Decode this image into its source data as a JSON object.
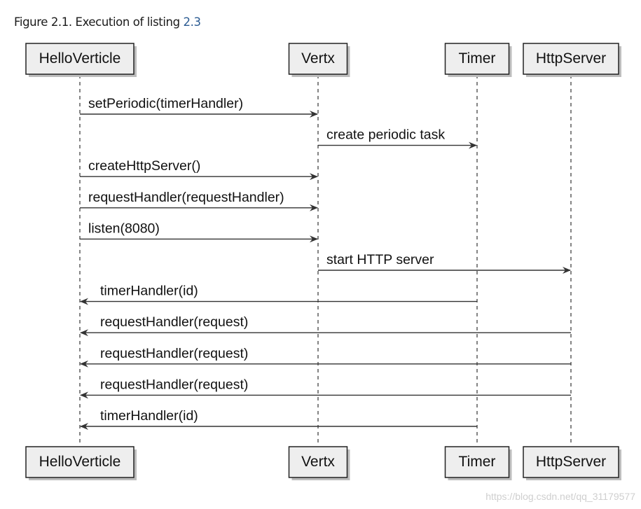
{
  "figure": {
    "caption_prefix": "Figure 2.1. Execution of listing ",
    "caption_ref": "2.3"
  },
  "participants": [
    {
      "id": "helloverticle",
      "label": "HelloVerticle"
    },
    {
      "id": "vertx",
      "label": "Vertx"
    },
    {
      "id": "timer",
      "label": "Timer"
    },
    {
      "id": "httpserver",
      "label": "HttpServer"
    }
  ],
  "messages": [
    {
      "from": 0,
      "to": 1,
      "label": "setPeriodic(timerHandler)"
    },
    {
      "from": 1,
      "to": 2,
      "label": "create periodic task"
    },
    {
      "from": 0,
      "to": 1,
      "label": "createHttpServer()"
    },
    {
      "from": 0,
      "to": 1,
      "label": "requestHandler(requestHandler)"
    },
    {
      "from": 0,
      "to": 1,
      "label": "listen(8080)"
    },
    {
      "from": 1,
      "to": 3,
      "label": "start HTTP server"
    },
    {
      "from": 2,
      "to": 0,
      "label": "timerHandler(id)"
    },
    {
      "from": 3,
      "to": 0,
      "label": "requestHandler(request)"
    },
    {
      "from": 3,
      "to": 0,
      "label": "requestHandler(request)"
    },
    {
      "from": 3,
      "to": 0,
      "label": "requestHandler(request)"
    },
    {
      "from": 2,
      "to": 0,
      "label": "timerHandler(id)"
    }
  ],
  "watermark": "https://blog.csdn.net/qq_31179577",
  "colors": {
    "box_fill": "#eeeeee",
    "box_stroke": "#222222",
    "line": "#333333",
    "shadow": "#bdbdbd",
    "link": "#2b5b92"
  }
}
